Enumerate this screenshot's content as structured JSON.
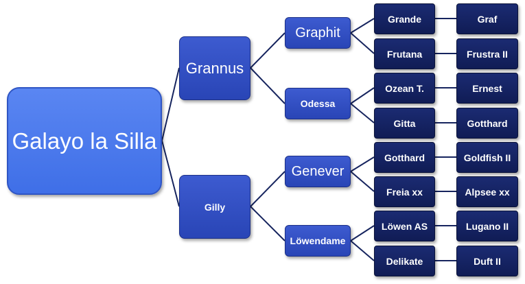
{
  "diagram": {
    "root": {
      "label": "Galayo la Silla"
    },
    "level1": [
      {
        "label": "Grannus"
      },
      {
        "label": "Gilly"
      }
    ],
    "level2": [
      {
        "label": "Graphit"
      },
      {
        "label": "Odessa"
      },
      {
        "label": "Genever"
      },
      {
        "label": "Löwendame"
      }
    ],
    "level3": [
      {
        "label": "Grande"
      },
      {
        "label": "Frutana"
      },
      {
        "label": "Ozean T."
      },
      {
        "label": "Gitta"
      },
      {
        "label": "Gotthard"
      },
      {
        "label": "Freia xx"
      },
      {
        "label": "Löwen AS"
      },
      {
        "label": "Delikate"
      }
    ],
    "level4": [
      {
        "label": "Graf"
      },
      {
        "label": "Frustra II"
      },
      {
        "label": "Ernest"
      },
      {
        "label": "Gotthard"
      },
      {
        "label": "Goldfish II"
      },
      {
        "label": "Alpsee xx"
      },
      {
        "label": "Lugano II"
      },
      {
        "label": "Duft II"
      }
    ],
    "colors": {
      "root": "#4a78ee",
      "mid": "#3451c4",
      "leaf": "#15235f",
      "line": "#16245e"
    }
  }
}
